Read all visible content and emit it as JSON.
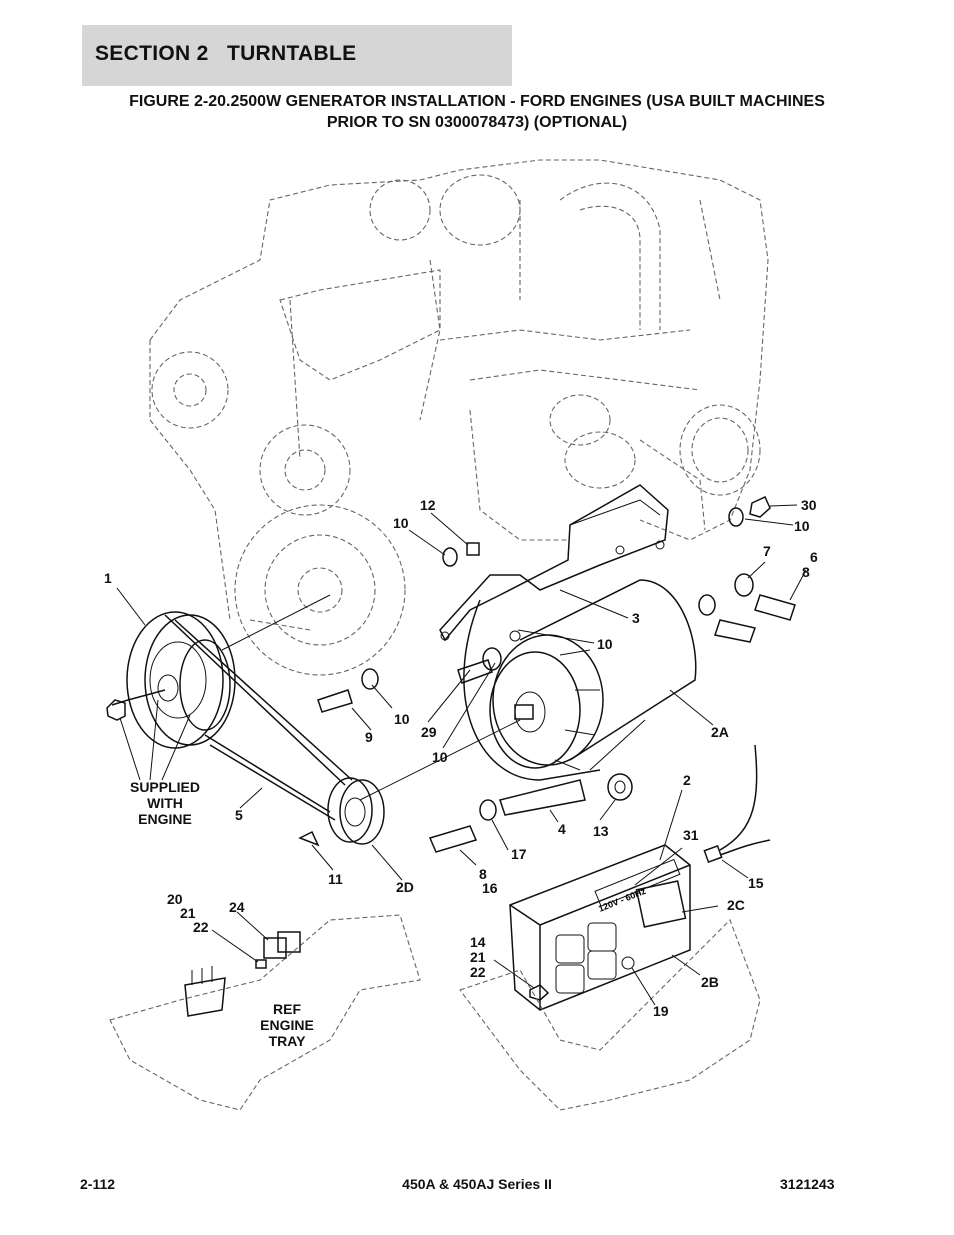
{
  "header": {
    "section": "SECTION 2   TURNTABLE"
  },
  "figure": {
    "title_line1": "FIGURE 2-20.2500W GENERATOR INSTALLATION - FORD ENGINES (USA BUILT MACHINES",
    "title_line2": "PRIOR TO SN 0300078473) (OPTIONAL)"
  },
  "callouts": {
    "c1": "1",
    "c12": "12",
    "c10a": "10",
    "c30": "30",
    "c10b": "10",
    "c7": "7",
    "c6": "6",
    "c8a": "8",
    "c3": "3",
    "c10c": "10",
    "c2A": "2A",
    "c10d": "10",
    "c9": "9",
    "c29": "29",
    "c10e": "10",
    "c5": "5",
    "c2": "2",
    "c4": "4",
    "c13": "13",
    "c17": "17",
    "c8b": "8",
    "c16": "16",
    "c11": "11",
    "c2D": "2D",
    "c31": "31",
    "c15": "15",
    "c20": "20",
    "c21a": "21",
    "c22a": "22",
    "c24": "24",
    "c2C": "2C",
    "c14": "14",
    "c21b": "21",
    "c22b": "22",
    "c2B": "2B",
    "c19": "19"
  },
  "notes": {
    "supplied_line1": "SUPPLIED",
    "supplied_line2": "WITH",
    "supplied_line3": "ENGINE",
    "ref_line1": "REF",
    "ref_line2": "ENGINE",
    "ref_line3": "TRAY"
  },
  "generator_label": "120V - 60Hz",
  "footer": {
    "page": "2-112",
    "model": "450A & 450AJ Series II",
    "doc_number": "3121243"
  }
}
